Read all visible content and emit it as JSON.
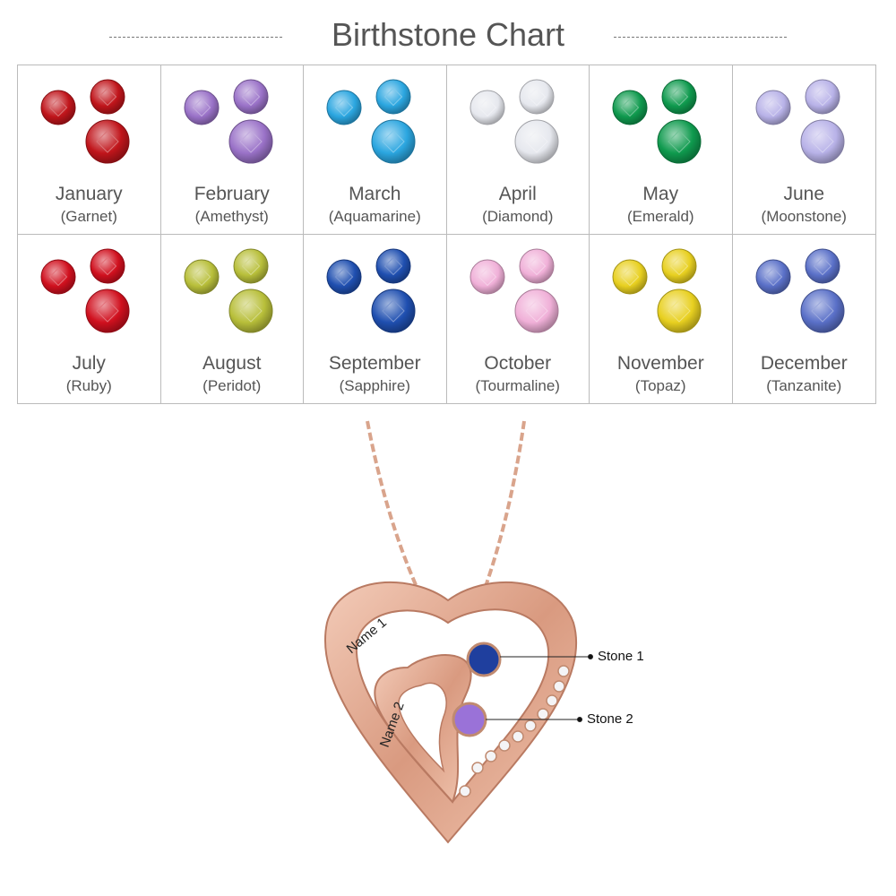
{
  "title": "Birthstone Chart",
  "months": [
    {
      "month": "January",
      "stone": "(Garnet)",
      "color": "#c0151b"
    },
    {
      "month": "February",
      "stone": "(Amethyst)",
      "color": "#9a72c8"
    },
    {
      "month": "March",
      "stone": "(Aquamarine)",
      "color": "#2ba6e0"
    },
    {
      "month": "April",
      "stone": "(Diamond)",
      "color": "#e6e8ee"
    },
    {
      "month": "May",
      "stone": "(Emerald)",
      "color": "#0f9a4e"
    },
    {
      "month": "June",
      "stone": "(Moonstone)",
      "color": "#b8b2e8"
    },
    {
      "month": "July",
      "stone": "(Ruby)",
      "color": "#d0101e"
    },
    {
      "month": "August",
      "stone": "(Peridot)",
      "color": "#b8bf3a"
    },
    {
      "month": "September",
      "stone": "(Sapphire)",
      "color": "#1f4fb0"
    },
    {
      "month": "October",
      "stone": "(Tourmaline)",
      "color": "#f0b0d8"
    },
    {
      "month": "November",
      "stone": "(Topaz)",
      "color": "#e8d020"
    },
    {
      "month": "December",
      "stone": "(Tanzanite)",
      "color": "#5a70c8"
    }
  ],
  "necklace": {
    "name1": "Name 1",
    "name2": "Name 2",
    "stone1": "Stone 1",
    "stone2": "Stone 2",
    "gold": "#e0a58c"
  }
}
